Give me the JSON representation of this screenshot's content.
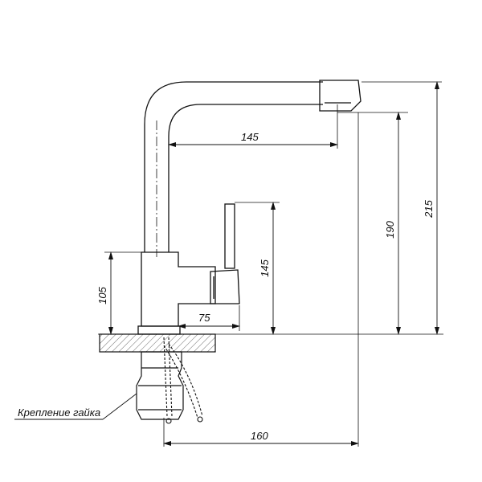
{
  "dimensions": {
    "spout_reach": "145",
    "lever_height": "145",
    "spout_height": "190",
    "total_height": "215",
    "body_height": "105",
    "lever_reach": "75",
    "total_reach": "160"
  },
  "callout": {
    "label": "Крепление гайка"
  }
}
